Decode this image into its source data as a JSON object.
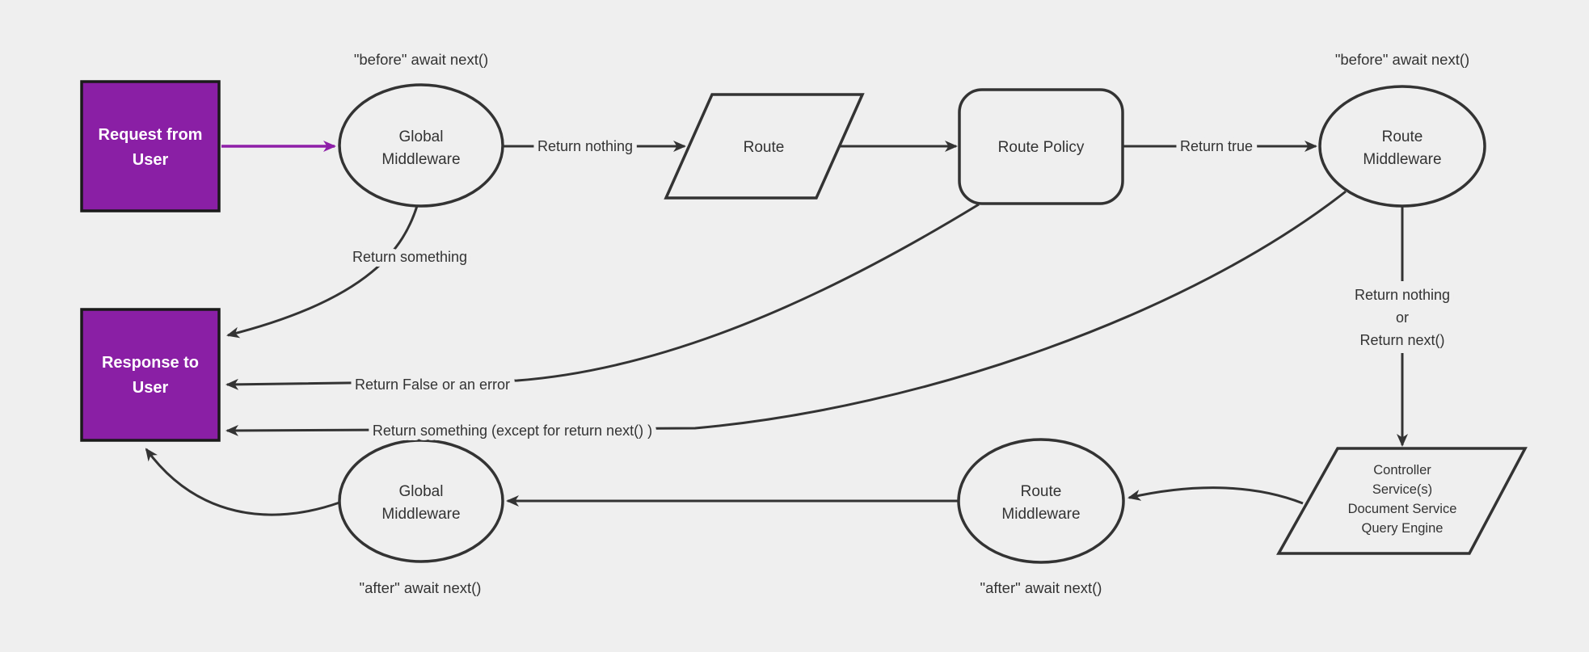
{
  "colors": {
    "background": "#efefef",
    "line": "#333333",
    "text": "#333333",
    "node_fill": "#efefef",
    "purple_fill": "#8a1fa5",
    "purple_arrow": "#8e1fa8",
    "box_border": "#1a1a1a",
    "box_text": "#ffffff"
  },
  "nodes": {
    "request": {
      "line1": "Request from",
      "line2": "User"
    },
    "global_middleware_top": {
      "line1": "Global",
      "line2": "Middleware"
    },
    "route": {
      "label": "Route"
    },
    "route_policy": {
      "label": "Route Policy"
    },
    "route_middleware_top": {
      "line1": "Route",
      "line2": "Middleware"
    },
    "controller": {
      "line1": "Controller",
      "line2": "Service(s)",
      "line3": "Document Service",
      "line4": "Query Engine"
    },
    "route_middleware_bottom": {
      "line1": "Route",
      "line2": "Middleware"
    },
    "global_middleware_bottom": {
      "line1": "Global",
      "line2": "Middleware"
    },
    "response": {
      "line1": "Response to",
      "line2": "User"
    }
  },
  "edge_labels": {
    "before_await_next_left": "\"before\" await next()",
    "before_await_next_right": "\"before\" await next()",
    "return_nothing": "Return nothing",
    "return_true": "Return true",
    "return_something": "Return something",
    "return_false_or_error": "Return False or an error",
    "return_something_except": "Return something (except for return next() )",
    "return_nothing_or_line1": "Return nothing",
    "return_nothing_or_line2": "or",
    "return_nothing_or_line3": "Return next()",
    "after_await_next_left": "\"after\" await next()",
    "after_await_next_right": "\"after\" await next()"
  }
}
